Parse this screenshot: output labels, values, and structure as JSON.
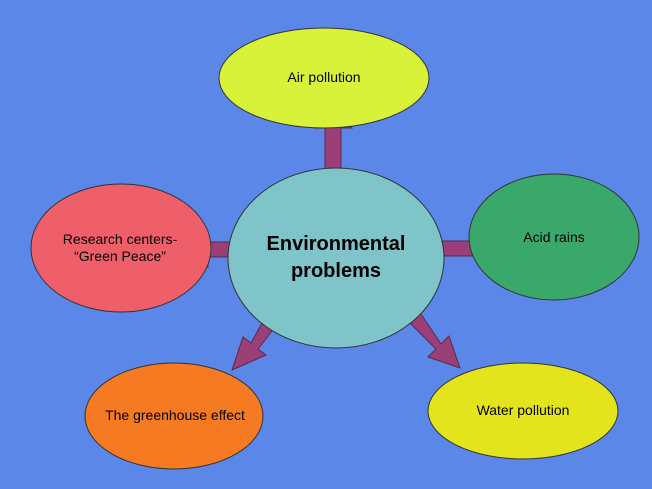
{
  "diagram": {
    "center": {
      "label": "Environmental\nproblems",
      "fill": "#7ec4c9"
    },
    "nodes": [
      {
        "id": "air",
        "label": "Air pollution",
        "fill": "#d8f23a"
      },
      {
        "id": "acid",
        "label": "Acid rains",
        "fill": "#3aa86a"
      },
      {
        "id": "water",
        "label": "Water pollution",
        "fill": "#e4e41c"
      },
      {
        "id": "greenhouse",
        "label": "The greenhouse effect",
        "fill": "#f57a22"
      },
      {
        "id": "research",
        "label": "Research centers-\n“Green Peace”",
        "fill": "#ee5f6a"
      }
    ],
    "arrow_color": "#9b3f78",
    "background": "#5b87e8"
  }
}
